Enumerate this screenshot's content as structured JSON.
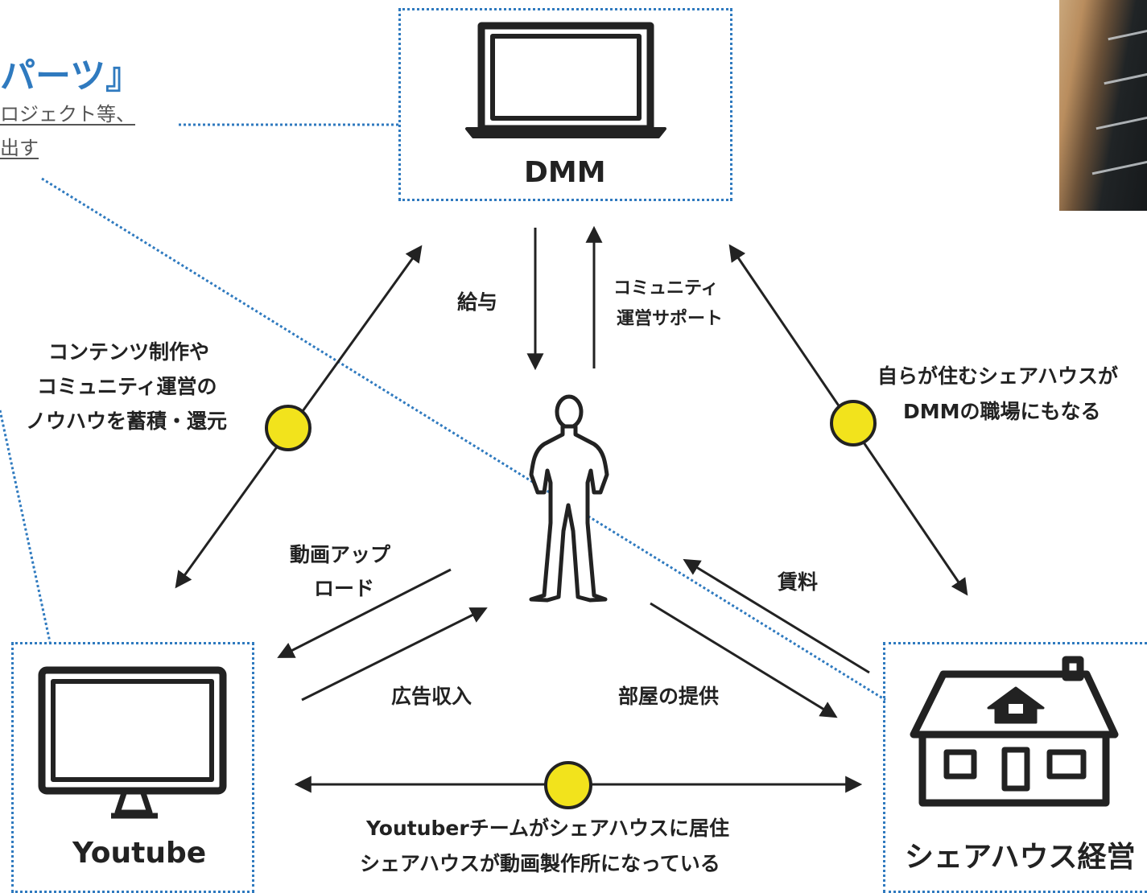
{
  "header": {
    "title_fragment": "パーツ』",
    "caption_line1": "ロジェクト等、",
    "caption_line2": "出す"
  },
  "nodes": {
    "dmm": {
      "label": "DMM"
    },
    "youtube": {
      "label": "Youtube"
    },
    "sharehouse": {
      "label": "シェアハウス経営"
    }
  },
  "flows": {
    "salary": "給与",
    "community_support_line1": "コミュニティ",
    "community_support_line2": "運営サポート",
    "video_upload_line1": "動画アップ",
    "video_upload_line2": "ロード",
    "ad_revenue": "広告収入",
    "room_provision": "部屋の提供",
    "rent": "賃料"
  },
  "relations": {
    "left_line1": "コンテンツ制作や",
    "left_line2": "コミュニティ運営の",
    "left_line3": "ノウハウを蓄積・還元",
    "right_line1": "自らが住むシェアハウスが",
    "right_line2": "DMMの職場にもなる",
    "bottom_line1": "Youtuberチームがシェアハウスに居住",
    "bottom_line2": "シェアハウスが動画製作所になっている"
  },
  "colors": {
    "accent_blue": "#2f7abf",
    "node_yellow": "#f2e31c",
    "line": "#222222"
  },
  "icons": [
    "laptop-icon",
    "monitor-icon",
    "house-icon",
    "person-icon"
  ]
}
